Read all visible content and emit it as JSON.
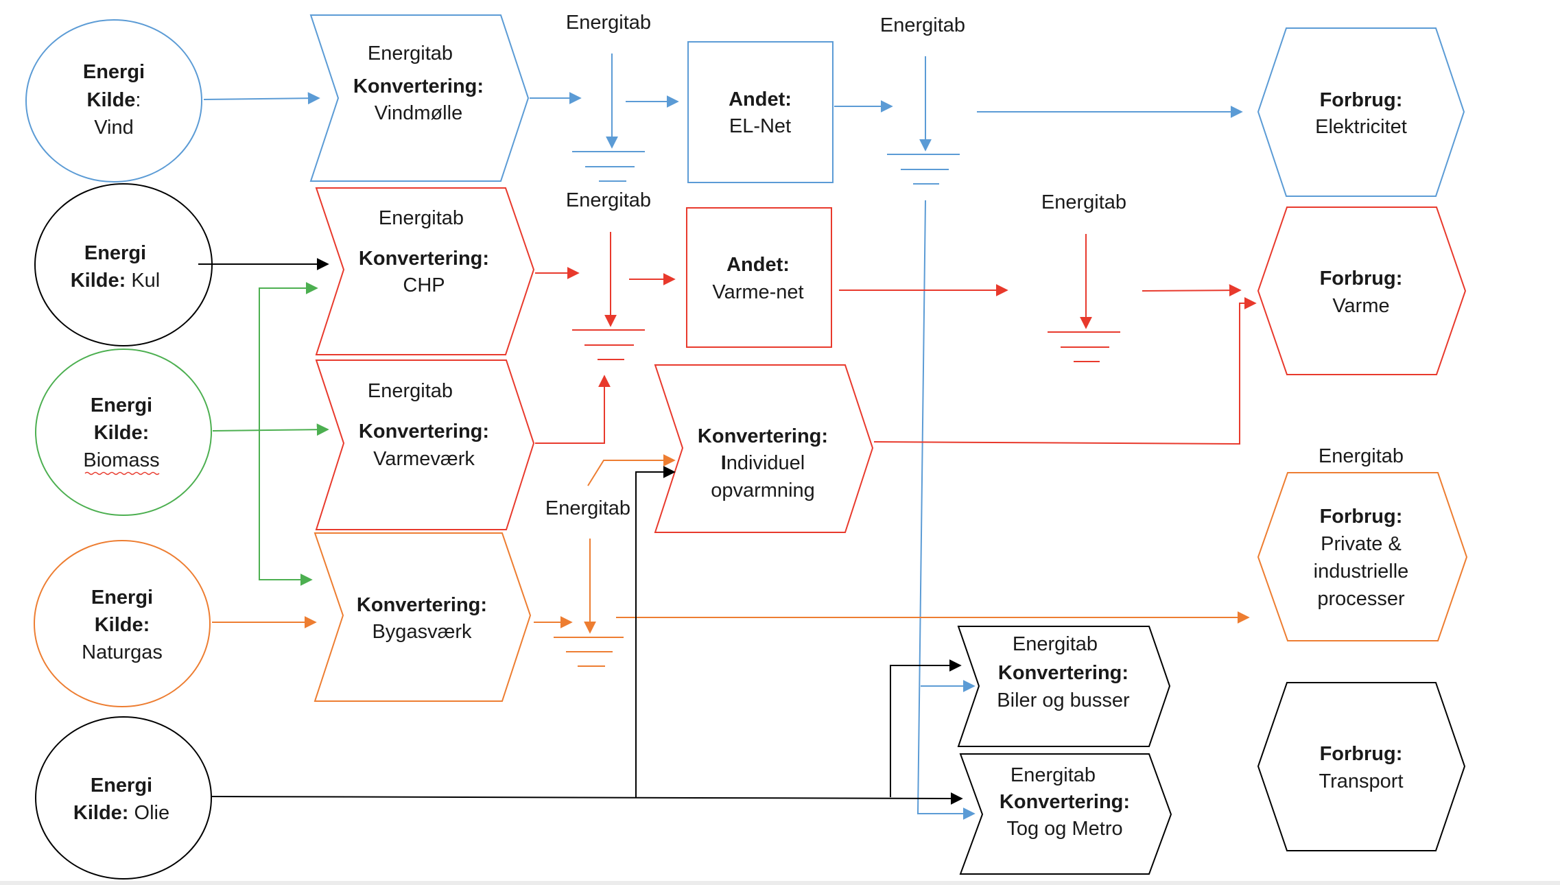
{
  "colors": {
    "blue": "#5b9bd5",
    "red": "#e8392c",
    "green": "#4caf50",
    "orange": "#ed7d31",
    "black": "#000000"
  },
  "sources": {
    "vind": {
      "l1": "Energi",
      "l2": "Kilde",
      "l2b": ":",
      "l3": "Vind"
    },
    "kul": {
      "l1": "Energi",
      "l2": "Kilde:",
      "l2n": " Kul"
    },
    "biomass": {
      "l1": "Energi",
      "l2": "Kilde:",
      "l3": "Biomass"
    },
    "naturgas": {
      "l1": "Energi",
      "l2": "Kilde:",
      "l3": "Naturgas"
    },
    "olie": {
      "l1": "Energi",
      "l2": "Kilde:",
      "l2n": " Olie"
    }
  },
  "conversions": {
    "vindmolle": {
      "loss": "Energitab",
      "head": "Konvertering:",
      "name": "Vindmølle"
    },
    "chp": {
      "loss": "Energitab",
      "head": "Konvertering:",
      "name": "CHP"
    },
    "varmevaerk": {
      "loss": "Energitab",
      "head": "Konvertering:",
      "name": "Varmeværk"
    },
    "bygas": {
      "head": "Konvertering:",
      "name": "Bygasværk"
    },
    "individuel": {
      "head": "Konvertering:",
      "name1b": "I",
      "name1": "ndividuel",
      "name2": "opvarmning"
    },
    "biler": {
      "loss": "Energitab",
      "head": "Konvertering:",
      "name": "Biler og busser"
    },
    "tog": {
      "loss": "Energitab",
      "head": "Konvertering:",
      "name": "Tog og Metro"
    }
  },
  "other": {
    "elnet": {
      "head": "Andet:",
      "name": "EL-Net"
    },
    "varmenet": {
      "head": "Andet:",
      "name": "Varme-net"
    }
  },
  "consumption": {
    "el": {
      "head": "Forbrug:",
      "name": "Elektricitet"
    },
    "varme": {
      "head": "Forbrug:",
      "name": "Varme"
    },
    "proces": {
      "loss": "Energitab",
      "head": "Forbrug:",
      "name1": "Private &",
      "name2": "industrielle",
      "name3": "processer"
    },
    "transport": {
      "head": "Forbrug:",
      "name": "Transport"
    }
  },
  "losses": {
    "blue1": "Energitab",
    "blue2": "Energitab",
    "red1": "Energitab",
    "red2": "Energitab",
    "orange1": "Energitab"
  }
}
